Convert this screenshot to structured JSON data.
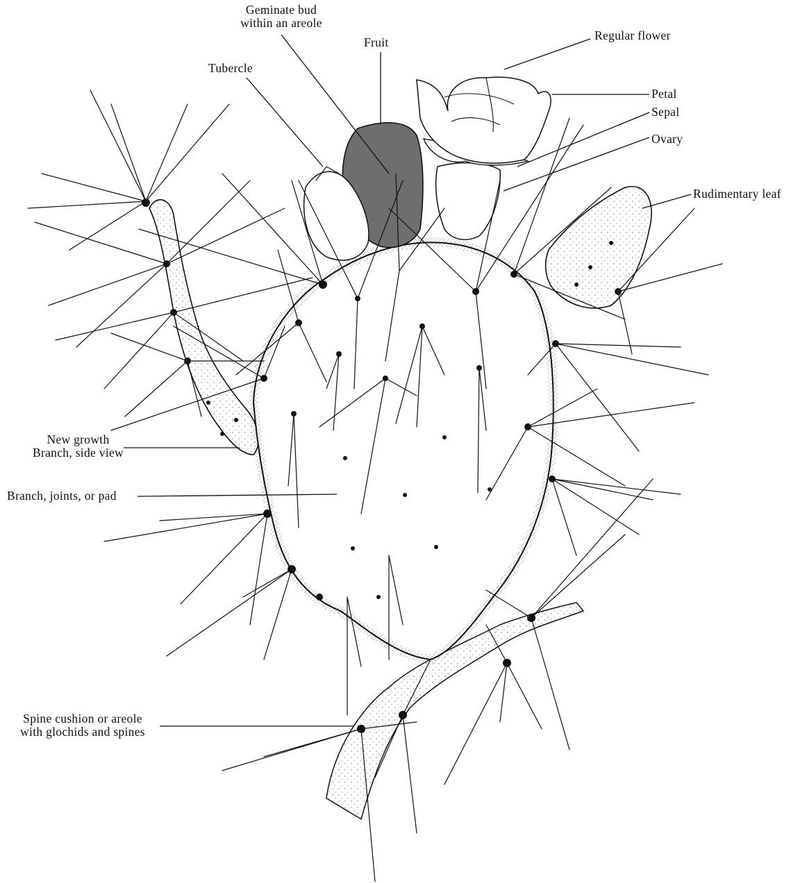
{
  "diagram": {
    "labels": {
      "geminate_bud": [
        "Geminate bud",
        "within an areole"
      ],
      "fruit": "Fruit",
      "tubercle": "Tubercle",
      "regular_flower": "Regular flower",
      "petal": "Petal",
      "sepal": "Sepal",
      "ovary": "Ovary",
      "rudimentary_leaf": "Rudimentary leaf",
      "new_growth": [
        "New growth",
        "Branch, side view"
      ],
      "branch_pad": "Branch, joints, or pad",
      "spine_cushion": [
        "Spine cushion or areole",
        "with glochids and spines"
      ]
    },
    "colors": {
      "ink": "#111111",
      "paper": "#ffffff",
      "fruit_fill": "#6e6e6e"
    }
  }
}
